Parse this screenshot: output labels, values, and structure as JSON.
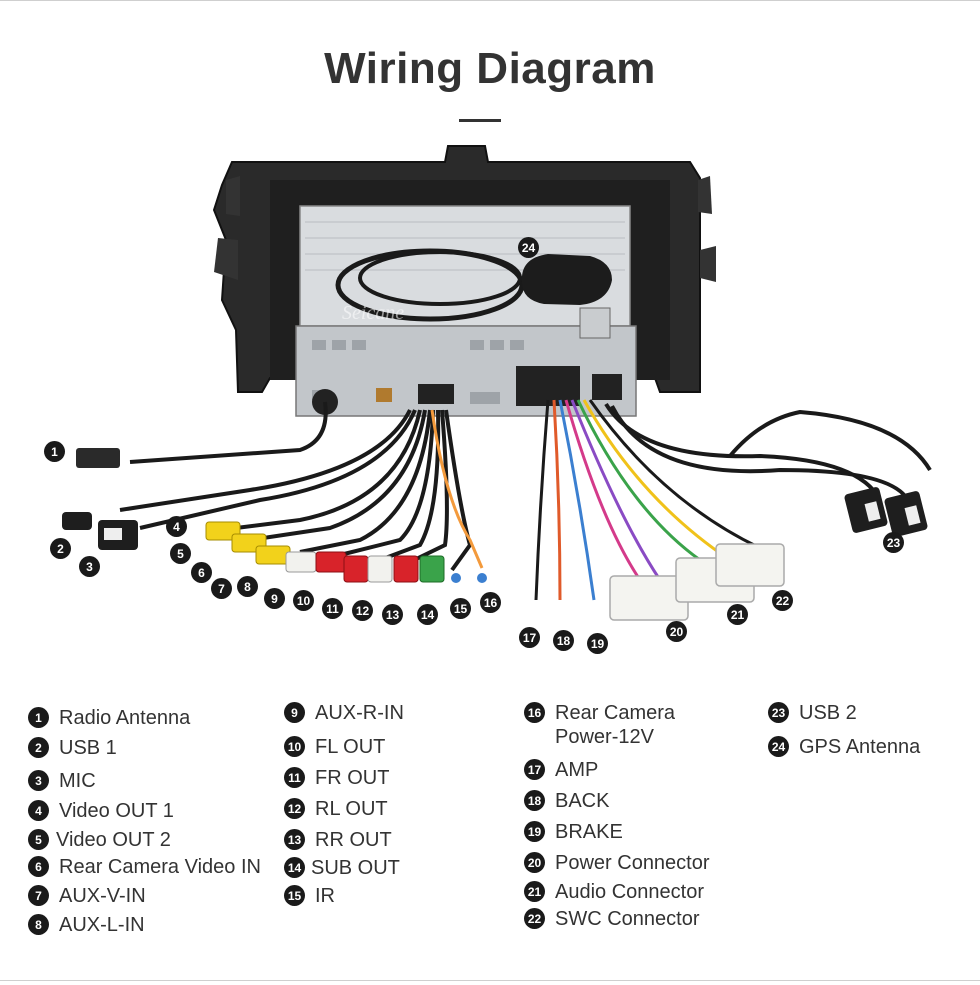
{
  "title": "Wiring Diagram",
  "watermark": "Seicane",
  "colors": {
    "cable": "#1a1a1a",
    "rca_yellow": "#f2d21b",
    "rca_white": "#f2f2ee",
    "rca_red": "#d8232a",
    "rca_green": "#3aa34a",
    "connector_white": "#f4f4f0",
    "chassis": "#2a2a2a",
    "metal": "#c9cccf"
  },
  "callouts": [
    "1",
    "2",
    "3",
    "4",
    "5",
    "6",
    "7",
    "8",
    "9",
    "10",
    "11",
    "12",
    "13",
    "14",
    "15",
    "16",
    "17",
    "18",
    "19",
    "20",
    "21",
    "22",
    "23",
    "24"
  ],
  "legend": [
    {
      "num": "1",
      "label": "Radio Antenna"
    },
    {
      "num": "2",
      "label": "USB 1"
    },
    {
      "num": "3",
      "label": "MIC"
    },
    {
      "num": "4",
      "label": "Video OUT 1"
    },
    {
      "num": "5",
      "label": "Video OUT 2"
    },
    {
      "num": "6",
      "label": "Rear Camera Video IN"
    },
    {
      "num": "7",
      "label": "AUX-V-IN"
    },
    {
      "num": "8",
      "label": "AUX-L-IN"
    },
    {
      "num": "9",
      "label": "AUX-R-IN"
    },
    {
      "num": "10",
      "label": "FL OUT"
    },
    {
      "num": "11",
      "label": "FR OUT"
    },
    {
      "num": "12",
      "label": "RL OUT"
    },
    {
      "num": "13",
      "label": "RR OUT"
    },
    {
      "num": "14",
      "label": "SUB OUT"
    },
    {
      "num": "15",
      "label": "IR"
    },
    {
      "num": "16",
      "label": "Rear Camera Power-12V"
    },
    {
      "num": "17",
      "label": "AMP"
    },
    {
      "num": "18",
      "label": "BACK"
    },
    {
      "num": "19",
      "label": "BRAKE"
    },
    {
      "num": "20",
      "label": "Power Connector"
    },
    {
      "num": "21",
      "label": "Audio Connector"
    },
    {
      "num": "22",
      "label": "SWC Connector"
    },
    {
      "num": "23",
      "label": "USB 2"
    },
    {
      "num": "24",
      "label": "GPS Antenna"
    }
  ]
}
